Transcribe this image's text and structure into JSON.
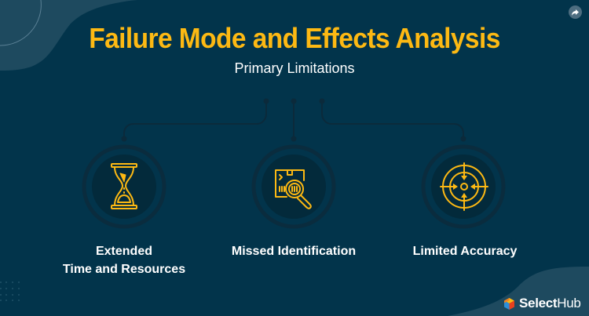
{
  "header": {
    "title": "Failure Mode and Effects Analysis",
    "subtitle": "Primary Limitations"
  },
  "share": {
    "icon": "share-icon"
  },
  "colors": {
    "background": "#02344b",
    "accent": "#fdb913",
    "ring": "#0a2c3e",
    "inner": "#032a3b",
    "connector": "#0b2a3b",
    "blob": "#1e4a5f"
  },
  "items": [
    {
      "icon": "hourglass-icon",
      "label_line1": "Extended",
      "label_line2": "Time and Resources"
    },
    {
      "icon": "box-magnifier-icon",
      "label_line1": "Missed Identification",
      "label_line2": ""
    },
    {
      "icon": "target-icon",
      "label_line1": "Limited Accuracy",
      "label_line2": ""
    }
  ],
  "brand": {
    "logo_icon": "selecthub-cube-icon",
    "name_bold": "Select",
    "name_light": "Hub"
  }
}
